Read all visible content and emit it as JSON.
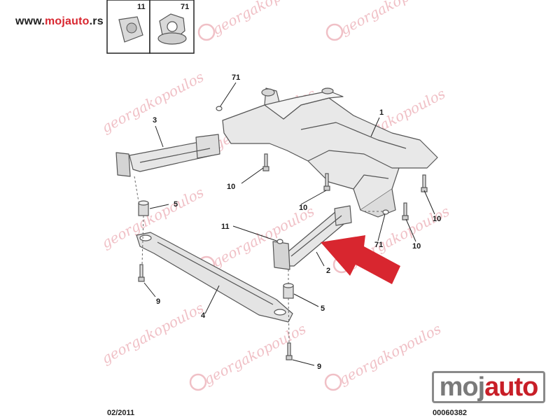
{
  "site": {
    "prefix": "www.",
    "accent": "mojauto",
    "suffix": ".rs"
  },
  "legend": {
    "items": [
      {
        "label": "11"
      },
      {
        "label": "71"
      }
    ]
  },
  "watermark": {
    "text": "georgakopoulos"
  },
  "callouts": {
    "c71_top": "71",
    "c3": "3",
    "c1": "1",
    "c10_a": "10",
    "c10_b": "10",
    "c10_c": "10",
    "c10_d": "10",
    "c5_left": "5",
    "c11": "11",
    "c71_mid": "71",
    "c2": "2",
    "c9_left": "9",
    "c4": "4",
    "c5_right": "5",
    "c9_right": "9"
  },
  "footer": {
    "date": "02/2011",
    "code": "00060382"
  },
  "logo": {
    "part1": "moj",
    "part2": "auto"
  },
  "colors": {
    "accent": "#d8262f",
    "arrow": "#d8262f",
    "watermark": "#e48d98",
    "part": "#e6e6e6",
    "outline": "#555555"
  }
}
